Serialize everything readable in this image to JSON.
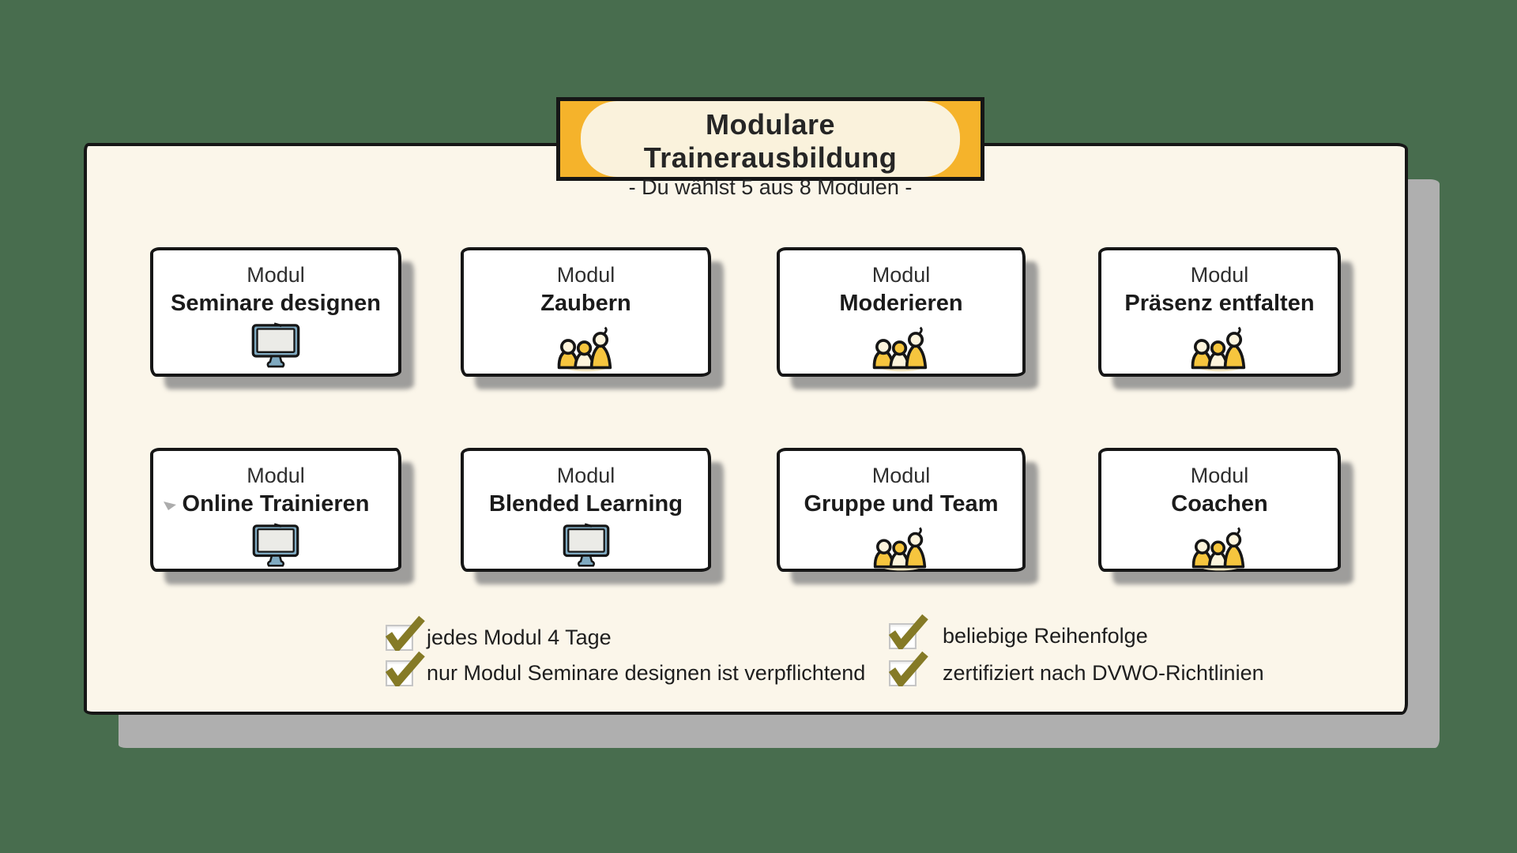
{
  "banner": {
    "title": "Modulare Trainerausbildung",
    "subtitle": "- Du wählst 5 aus 8 Modulen -"
  },
  "cards": [
    {
      "label": "Modul",
      "title": "Seminare designen",
      "icon": "monitor"
    },
    {
      "label": "Modul",
      "title": "Zaubern",
      "icon": "people-group"
    },
    {
      "label": "Modul",
      "title": "Moderieren",
      "icon": "people-group"
    },
    {
      "label": "Modul",
      "title": "Präsenz entfalten",
      "icon": "people-group"
    },
    {
      "label": "Modul",
      "title": "Online Trainieren",
      "icon": "monitor"
    },
    {
      "label": "Modul",
      "title": "Blended Learning",
      "icon": "monitor"
    },
    {
      "label": "Modul",
      "title": "Gruppe und Team",
      "icon": "people-group"
    },
    {
      "label": "Modul",
      "title": "Coachen",
      "icon": "people-group"
    }
  ],
  "checklist": {
    "left": [
      {
        "label": "jedes Modul 4 Tage",
        "checked": true
      },
      {
        "label": "nur Modul Seminare designen ist verpflichtend",
        "checked": true
      }
    ],
    "right": [
      {
        "label": "beliebige Reihenfolge",
        "checked": true
      },
      {
        "label": "zertifiziert nach DVWO-Richtlinien",
        "checked": true
      }
    ]
  },
  "colors": {
    "background_green": "#486D4E",
    "panel_cream": "#FBF6EA",
    "banner_gold": "#F5B32B",
    "banner_inner_cream": "#FAF2DC",
    "ink_black": "#161616",
    "shadow_gray": "#AFAFAF",
    "check_olive": "#857A26",
    "monitor_blue": "#7FA9C0",
    "people_gold": "#F6C53E"
  }
}
